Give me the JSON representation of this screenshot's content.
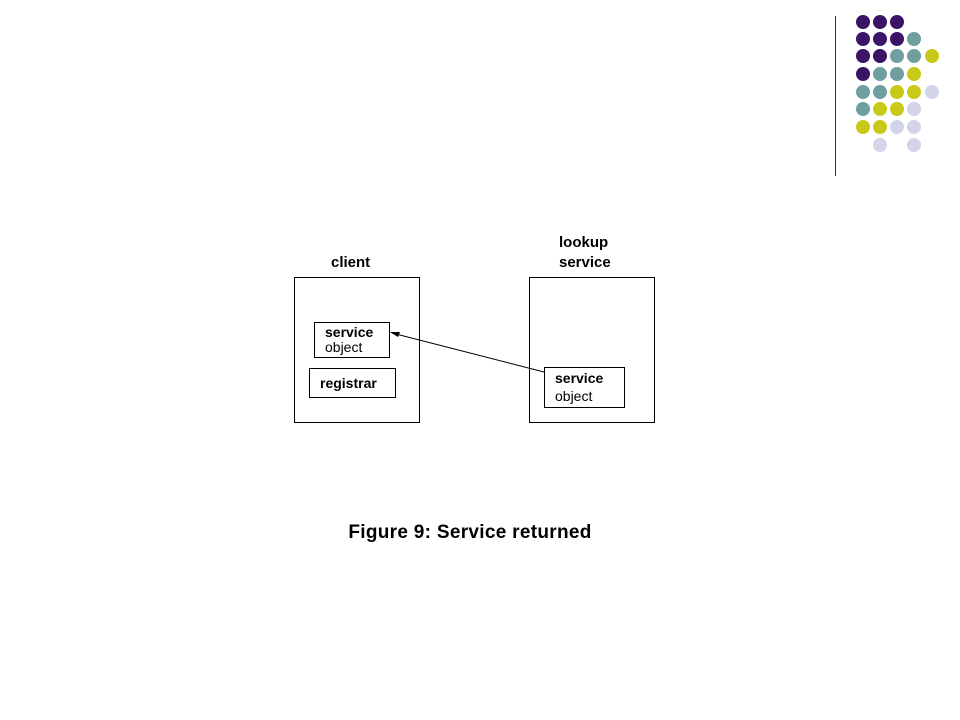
{
  "decoration": {
    "dot_colors": {
      "purple": "#3b1468",
      "teal": "#6f9f9f",
      "yellow": "#c9c91a",
      "lavender": "#d4d4e8"
    }
  },
  "diagram": {
    "client_label": "client",
    "lookup_label_line1": "lookup",
    "lookup_label_line2": "service",
    "client_service_box": {
      "line1": "service",
      "line2": "object"
    },
    "registrar_label": "registrar",
    "lookup_service_box": {
      "line1": "service",
      "line2": "object"
    }
  },
  "caption": "Figure 9: Service returned"
}
